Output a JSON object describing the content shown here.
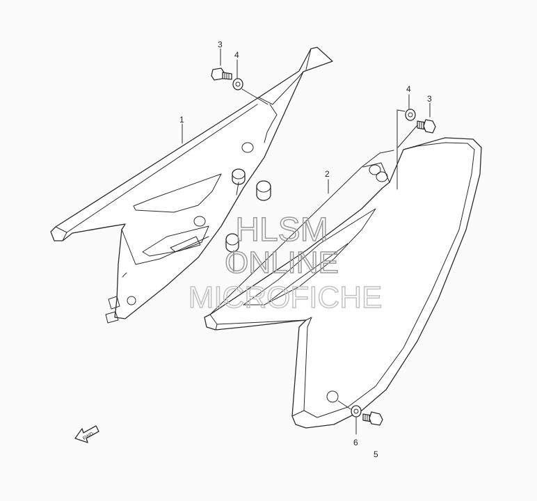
{
  "callouts": {
    "c1": "1",
    "c2": "2",
    "c3a": "3",
    "c4a": "4",
    "c3b": "3",
    "c4b": "4",
    "c5": "5",
    "c6": "6"
  },
  "fwd_label": "FWD",
  "watermark": {
    "line1": "HLSM",
    "line2": "ONLINE",
    "line3": "MICROFICHE"
  },
  "colors": {
    "background": "#fbfbfb",
    "line": "#2a2a2a",
    "watermark": "#9a9a9a"
  }
}
